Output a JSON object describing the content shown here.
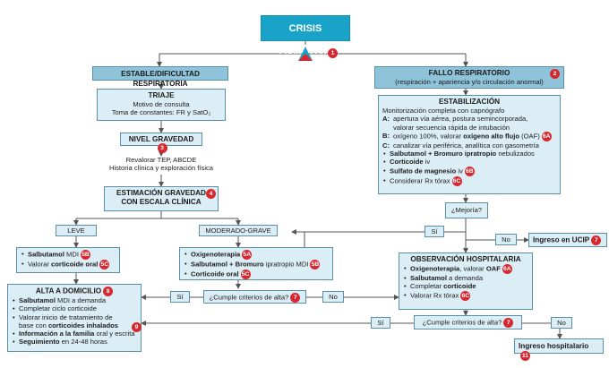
{
  "title": "CRISIS ASMÁTICA",
  "title_badge": "1",
  "left": {
    "header": "ESTABLE/DIFICULTAD RESPIRATORIA",
    "triaje": {
      "title": "TRIAJE",
      "l1": "Motivo de consulta",
      "l2": "Toma de constantes: FR y SatO₂"
    },
    "nivel": {
      "text": "NIVEL GRAVEDAD",
      "badge": "3"
    },
    "revalorar": {
      "l1": "Revalorar TEP, ABCDE",
      "l2": "Historia clínica y exploración física"
    },
    "estimacion": {
      "l1": "ESTIMACIÓN GRAVEDAD",
      "l2": "CON ESCALA CLÍNICA",
      "badge": "4"
    },
    "leve": "LEVE",
    "moderado": "MODERADO-GRAVE",
    "leve_box": {
      "i1a": "Salbutamol",
      "i1b": " MDI",
      "b1": "5B",
      "i2a": "Valorar ",
      "i2b": "corticoide oral",
      "b2": "5C"
    },
    "mod_box": {
      "i1": "Oxigenoterapia",
      "b1": "5A",
      "i2a": "Salbutamol + Bromuro",
      "i2b": " ipratropio MDI",
      "b2": "5B",
      "i3": "Corticoide oral",
      "b3": "5C"
    },
    "alta": {
      "title": "ALTA A DOMICILIO",
      "badge": "8",
      "i1a": "Salbutamol",
      "i1b": " MDI a demanda",
      "i2": "Completar ciclo corticoide",
      "i3a": "Valorar inicio de tratamiento de",
      "i3b": "base con ",
      "i3c": "corticoides inhalados",
      "badge9": "9",
      "i4a": "Información a la familia",
      "i4b": " oral y escrita",
      "i5a": "Seguimiento",
      "i5b": " en 24-48 horas"
    },
    "cumple": "¿Cumple criterios de alta?",
    "cumple_badge": "7",
    "si": "Sí",
    "no": "No"
  },
  "right": {
    "fallo": {
      "title": "FALLO RESPIRATORIO",
      "sub": "(respiración + apariencia y/o circulación anormal)",
      "badge": "2"
    },
    "estab": {
      "title": "ESTABILIZACIÓN",
      "l1": "Monitorización completa con capnógrafo",
      "a_label": "A:",
      "a1": "apertura vía aérea, postura semincorporada,",
      "a2": "valorar secuencia rápida de intubación",
      "b_label": "B:",
      "b1": "oxígeno 100%, valorar ",
      "b2": "oxígeno alto flujo",
      "b3": " (OAF)",
      "b_badge": "6A",
      "c_label": "C:",
      "c1": "canalizar vía periférica, analítica con gasometría",
      "i1a": "Salbutamol + Bromuro ipratropio",
      "i1b": " nebulizados",
      "i2a": "Corticoide",
      "i2b": " iv",
      "i3a": "Sulfato de magnesio",
      "i3b": " iv",
      "i3_badge": "6B",
      "i4": "Considerar Rx tórax",
      "i4_badge": "6C"
    },
    "mejoria": "¿Mejoría?",
    "si": "Sí",
    "no": "No",
    "ucip": {
      "text": "Ingreso en UCIP",
      "badge": "7"
    },
    "obs": {
      "title": "OBSERVACIÓN HOSPITALARIA",
      "i1a": "Oxigenoterapia",
      "i1b": ", valorar ",
      "i1c": "OAF",
      "b1": "6A",
      "i2a": "Salbutamol",
      "i2b": " a demanda",
      "i3a": "Completar ",
      "i3b": "corticoide",
      "i4": "Valorar Rx tórax",
      "b4": "6C"
    },
    "cumple": "¿Cumple criterios de alta?",
    "cumple_badge": "7",
    "si2": "Sí",
    "no2": "No",
    "ingreso": {
      "text": "Ingreso hospitalario",
      "badge": "11"
    }
  },
  "colors": {
    "title_bg": "#1aa3c8",
    "header_bg": "#8fc3d9",
    "box_bg": "#dceef5",
    "line": "#555555",
    "badge": "#d7282f"
  }
}
